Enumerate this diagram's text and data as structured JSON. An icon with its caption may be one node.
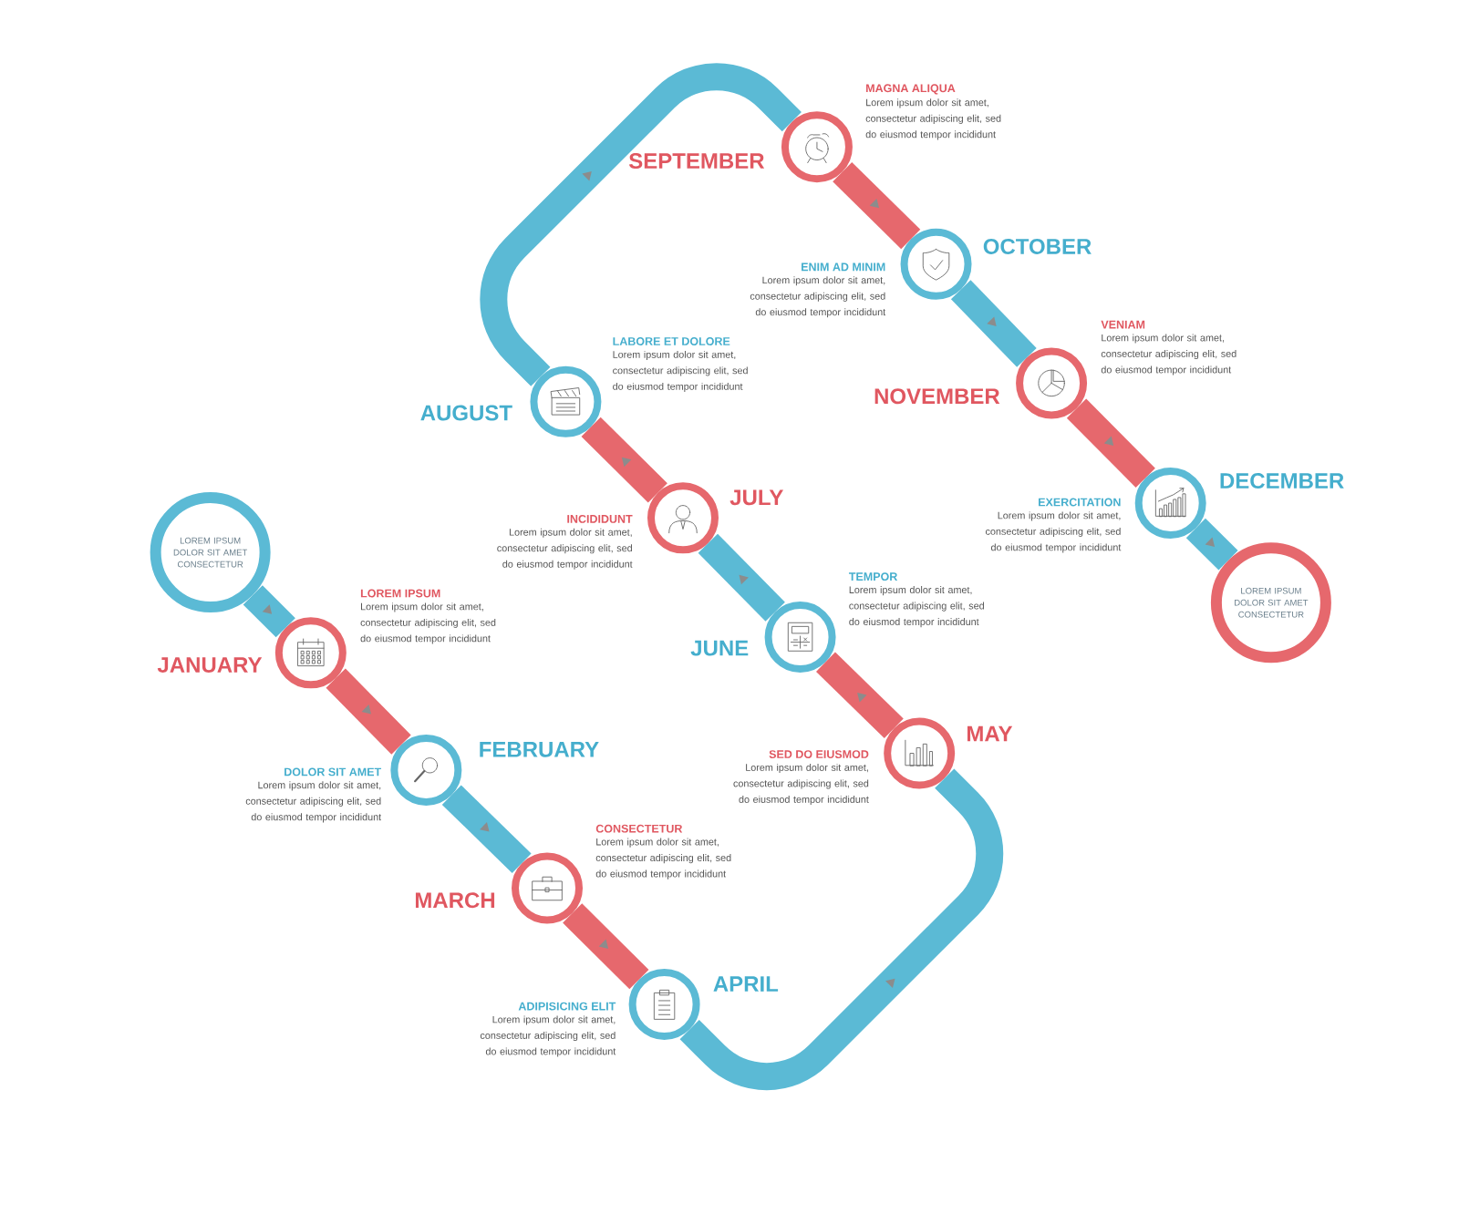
{
  "diagram": {
    "nodes": [
      {
        "text": [
          "LOREM IPSUM DOLOR SIT AMET CONSECTETUR"
        ]
      },
      {
        "text": [
          "JANUARY"
        ],
        "beside": [
          "LOREM IPSUM",
          "Lorem ipsum dolor sit amet, consectetur adipiscing elit, sed do eiusmod tempor incididunt"
        ]
      },
      {
        "text": [
          "FEBRUARY"
        ],
        "beside": [
          "DOLOR SIT AMET",
          "Lorem ipsum dolor sit amet, consectetur adipiscing elit, sed do eiusmod tempor incididunt"
        ]
      },
      {
        "text": [
          "MARCH"
        ],
        "beside": [
          "CONSECTETUR",
          "Lorem ipsum dolor sit amet, consectetur adipiscing elit, sed do eiusmod tempor incididunt"
        ]
      },
      {
        "text": [
          "APRIL"
        ],
        "beside": [
          "ADIPISICING ELIT",
          "Lorem ipsum dolor sit amet, consectetur adipiscing elit, sed do eiusmod tempor incididunt"
        ]
      },
      {
        "text": [
          "MAY"
        ],
        "beside": [
          "SED DO EIUSMOD",
          "Lorem ipsum dolor sit amet, consectetur adipiscing elit, sed do eiusmod tempor incididunt"
        ]
      },
      {
        "text": [
          "JUNE"
        ],
        "beside": [
          "TEMPOR",
          "Lorem ipsum dolor sit amet, consectetur adipiscing elit, sed do eiusmod tempor incididunt"
        ]
      },
      {
        "text": [
          "JULY"
        ],
        "beside": [
          "INCIDIDUNT",
          "Lorem ipsum dolor sit amet, consectetur adipiscing elit, sed do eiusmod tempor incididunt"
        ]
      },
      {
        "text": [
          "AUGUST"
        ],
        "beside": [
          "LABORE ET DOLORE",
          "Lorem ipsum dolor sit amet, consectetur adipiscing elit, sed do eiusmod tempor incididunt"
        ]
      },
      {
        "text": [
          "SEPTEMBER"
        ],
        "beside": [
          "MAGNA ALIQUA",
          "Lorem ipsum dolor sit amet, consectetur adipiscing elit, sed do eiusmod tempor incididunt"
        ]
      },
      {
        "text": [
          "OCTOBER"
        ],
        "beside": [
          "ENIM AD MINIM",
          "Lorem ipsum dolor sit amet, consectetur adipiscing elit, sed do eiusmod tempor incididunt"
        ]
      },
      {
        "text": [
          "NOVEMBER"
        ],
        "beside": [
          "VENIAM",
          "Lorem ipsum dolor sit amet, consectetur adipiscing elit, sed do eiusmod tempor incididunt"
        ]
      },
      {
        "text": [
          "DECEMBER"
        ],
        "beside": [
          "EXERCITATION",
          "Lorem ipsum dolor sit amet, consectetur adipiscing elit, sed do eiusmod tempor incididunt"
        ]
      },
      {
        "text": [
          "LOREM IPSUM DOLOR SIT AMET CONSECTETUR"
        ]
      }
    ],
    "edges": [
      {
        "from": 0,
        "to": 1,
        "arrow": "to"
      },
      {
        "from": 1,
        "to": 2,
        "arrow": "to",
        "color": "#e6686d"
      },
      {
        "from": 2,
        "to": 3,
        "arrow": "to"
      },
      {
        "from": 3,
        "to": 4,
        "arrow": "to",
        "color": "#e6686d"
      },
      {
        "from": 4,
        "to": 5,
        "arrow": "to"
      },
      {
        "from": 5,
        "to": 6,
        "arrow": "to",
        "color": "#e6686d"
      },
      {
        "from": 6,
        "to": 7,
        "arrow": "to"
      },
      {
        "from": 7,
        "to": 8,
        "arrow": "to",
        "color": "#e6686d"
      },
      {
        "from": 8,
        "to": 9,
        "arrow": "to"
      },
      {
        "from": 9,
        "to": 10,
        "arrow": "to",
        "color": "#e6686d"
      },
      {
        "from": 10,
        "to": 11,
        "arrow": "to"
      },
      {
        "from": 11,
        "to": 12,
        "arrow": "to",
        "color": "#e6686d"
      },
      {
        "from": 12,
        "to": 13,
        "arrow": "to"
      }
    ]
  }
}
